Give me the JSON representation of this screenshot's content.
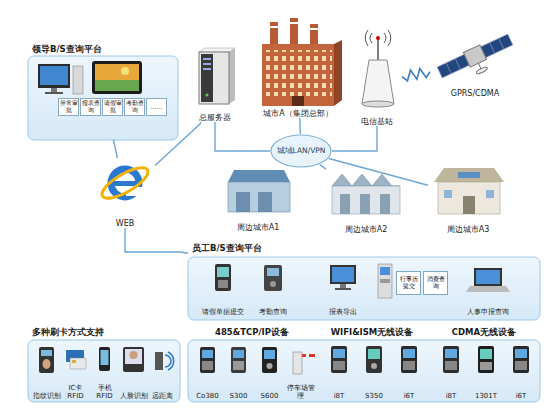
{
  "diagram": {
    "nodes": [
      {
        "text": [
          "领导B/S查询平台"
        ]
      },
      {
        "text": [
          "总服务器"
        ]
      },
      {
        "text": [
          "城市A（集团总部）"
        ]
      },
      {
        "text": [
          "电信基站"
        ]
      },
      {
        "text": [
          "GPRS/CDMA"
        ]
      },
      {
        "text": [
          "城域LAN/VPN"
        ]
      },
      {
        "text": [
          "周边城市A1"
        ]
      },
      {
        "text": [
          "周边城市A2"
        ]
      },
      {
        "text": [
          "周边城市A3"
        ]
      },
      {
        "text": [
          "WEB"
        ]
      },
      {
        "text": [
          "员工B/S查询平台"
        ]
      },
      {
        "text": [
          "请假单据提交"
        ],
        "in": 10
      },
      {
        "text": [
          "考勤查询"
        ],
        "in": 10
      },
      {
        "text": [
          "报表导出"
        ],
        "in": 10
      },
      {
        "text": [
          "行事历提交",
          "消费查询"
        ],
        "in": 10
      },
      {
        "text": [
          "人事申报查询"
        ],
        "in": 10
      },
      {
        "text": [
          "多种刷卡方式支持"
        ]
      },
      {
        "text": [
          "指纹识别"
        ],
        "in": 16
      },
      {
        "text": [
          "IC卡RFID"
        ],
        "in": 16
      },
      {
        "text": [
          "手机RFID"
        ],
        "in": 16
      },
      {
        "text": [
          "人脸识别"
        ],
        "in": 16
      },
      {
        "text": [
          "远距离"
        ],
        "in": 16
      },
      {
        "text": [
          "485&TCP/IP设备"
        ]
      },
      {
        "text": [
          "Co380"
        ],
        "in": 22
      },
      {
        "text": [
          "S300"
        ],
        "in": 22
      },
      {
        "text": [
          "S600"
        ],
        "in": 22
      },
      {
        "text": [
          "停车场管理"
        ],
        "in": 22
      },
      {
        "text": [
          "WIFI&ISM无线设备"
        ]
      },
      {
        "text": [
          "i8T"
        ],
        "in": 27
      },
      {
        "text": [
          "S350"
        ],
        "in": 27
      },
      {
        "text": [
          "i6T"
        ],
        "in": 27
      },
      {
        "text": [
          "CDMA无线设备"
        ]
      },
      {
        "text": [
          "i8T"
        ],
        "in": 31
      },
      {
        "text": [
          "1301T"
        ],
        "in": 31
      },
      {
        "text": [
          "i6T"
        ],
        "in": 31
      }
    ],
    "edges": [
      {
        "from": 0,
        "to": 9,
        "arrow": "none"
      },
      {
        "from": 9,
        "to": 1,
        "arrow": "none"
      },
      {
        "from": 9,
        "to": 10,
        "arrow": "none"
      },
      {
        "from": 1,
        "to": 5,
        "arrow": "none"
      },
      {
        "from": 2,
        "to": 5,
        "arrow": "none"
      },
      {
        "from": 3,
        "to": 5,
        "arrow": "none"
      },
      {
        "from": 5,
        "to": 6,
        "arrow": "none"
      },
      {
        "from": 5,
        "to": 7,
        "arrow": "none"
      },
      {
        "from": 5,
        "to": 8,
        "arrow": "none"
      },
      {
        "from": 3,
        "to": 4,
        "arrow": "none"
      }
    ],
    "labels": [
      "异常审批",
      "报表查询",
      "请假审批",
      "考勤查询",
      "......"
    ]
  }
}
